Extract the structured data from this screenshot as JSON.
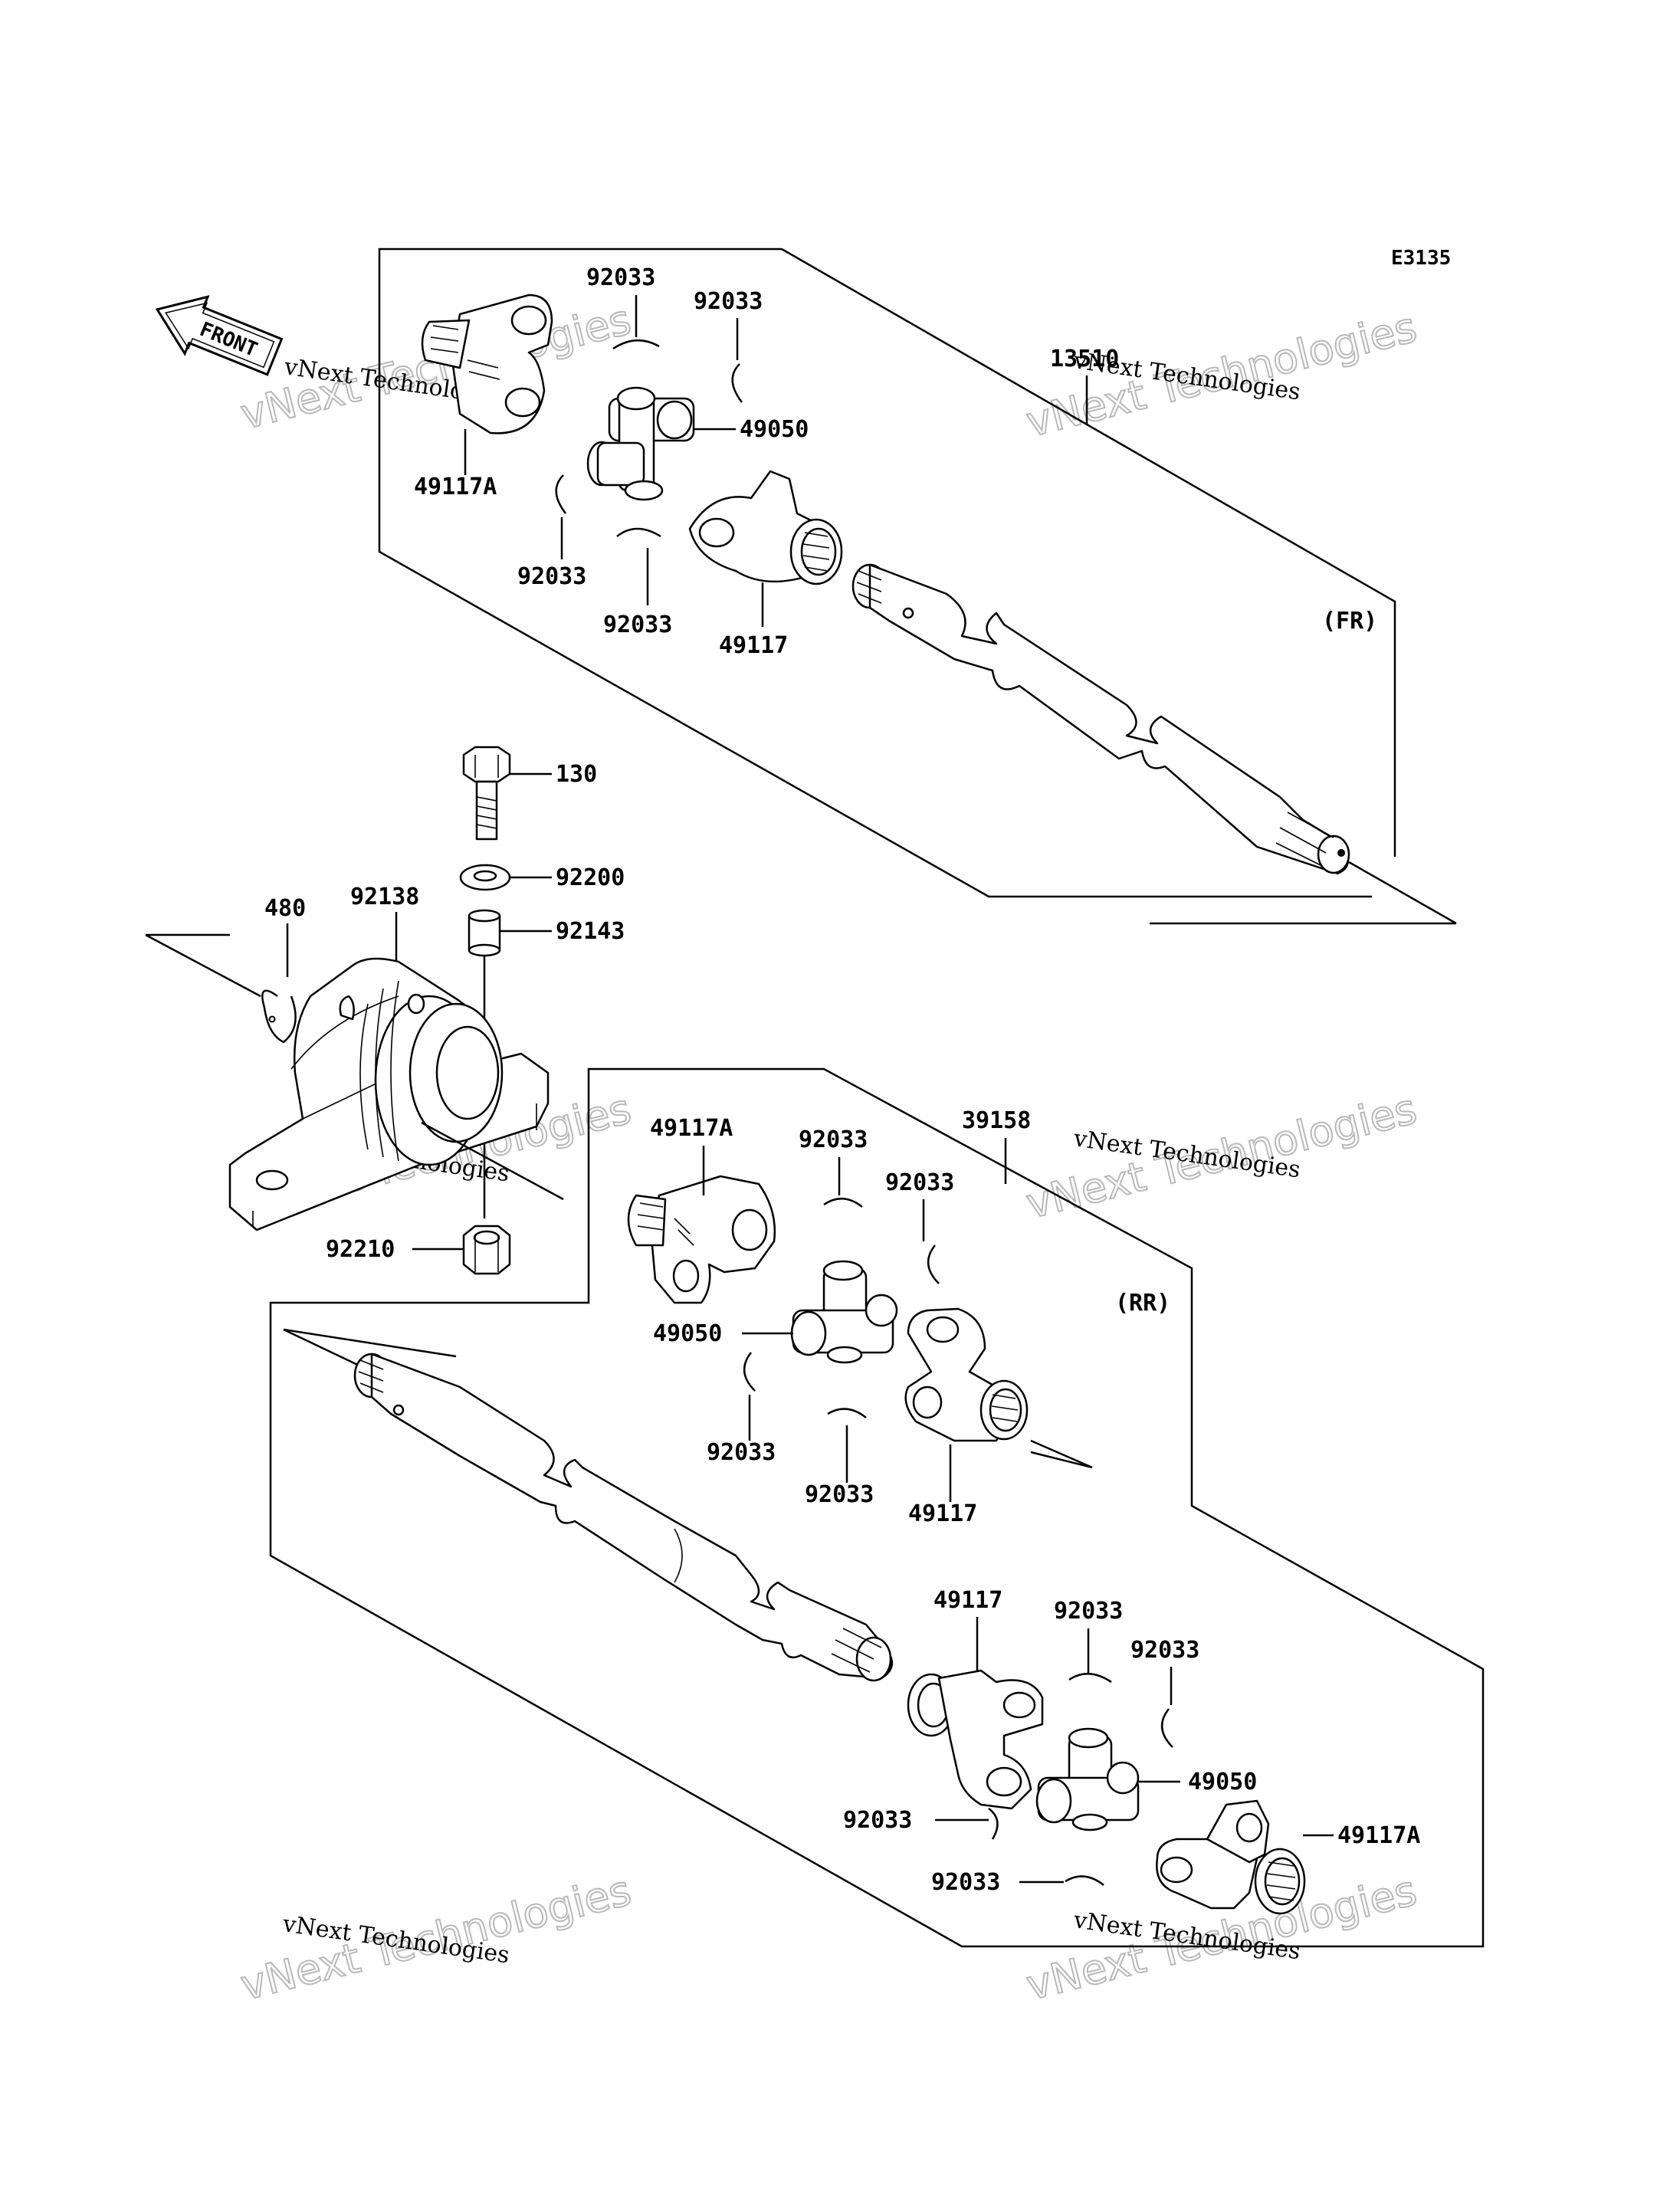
{
  "diagram_code": "E3135",
  "front_arrow_text": "FRONT",
  "sections": {
    "front": "(FR)",
    "rear": "(RR)"
  },
  "callouts": {
    "fr_shaft": "13510",
    "fr_clip_a": "92033",
    "fr_clip_b": "92033",
    "fr_cross": "49050",
    "fr_yoke_a": "49117A",
    "fr_clip_c": "92033",
    "fr_clip_d": "92033",
    "fr_yoke": "49117",
    "bolt": "130",
    "washer": "92200",
    "collar": "92143",
    "circlip": "480",
    "bearing": "92138",
    "nut": "92210",
    "rr_shaft_assy": "39158",
    "rr_yoke_a_top": "49117A",
    "rr_clip_a": "92033",
    "rr_clip_b": "92033",
    "rr_cross_top": "49050",
    "rr_clip_c": "92033",
    "rr_clip_d": "92033",
    "rr_yoke_top": "49117",
    "rr_yoke_bottom": "49117",
    "rr_clip_e": "92033",
    "rr_clip_f": "92033",
    "rr_cross_bottom": "49050",
    "rr_clip_g": "92033",
    "rr_yoke_a_bottom": "49117A",
    "rr_clip_h": "92033"
  },
  "watermarks": [
    {
      "line1": "vNext Technologies",
      "line2": "vNext Technologies"
    },
    {
      "line1": "vNext Technologies",
      "line2": "vNext Technologies"
    },
    {
      "line1": "vNext Technologies",
      "line2": "vNext Technologies"
    },
    {
      "line1": "vNext Technologies",
      "line2": "vNext Technologies"
    },
    {
      "line1": "vNext Technologies",
      "line2": "vNext Technologies"
    },
    {
      "line1": "vNext Technologies",
      "line2": "vNext Technologies"
    }
  ]
}
